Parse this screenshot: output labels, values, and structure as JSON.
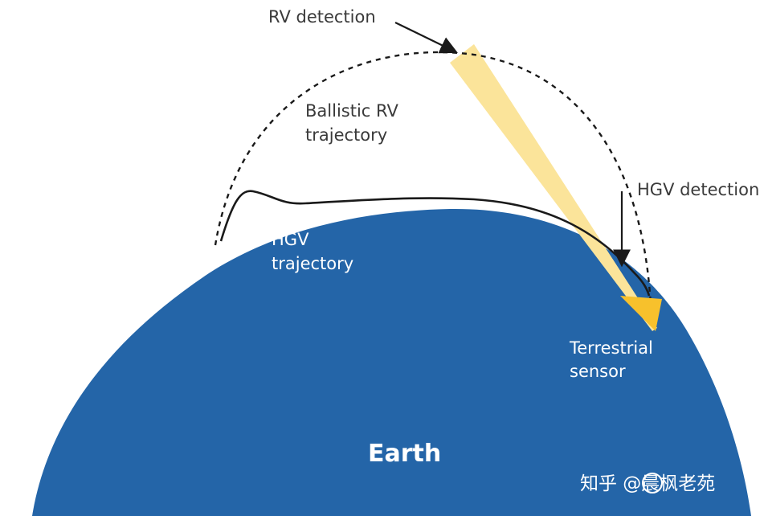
{
  "labels": {
    "rv_detection": "RV detection",
    "ballistic_line1": "Ballistic RV",
    "ballistic_line2": "trajectory",
    "hgv_detection": "HGV detection",
    "hgv_line1": "HGV",
    "hgv_line2": "trajectory",
    "sensor_line1": "Terrestrial",
    "sensor_line2": "sensor",
    "earth": "Earth"
  },
  "watermark": {
    "text": "知乎 @晨枫老苑",
    "icon": "at-icon"
  },
  "colors": {
    "earth": "#2465a8",
    "beam": "#fbe49a",
    "sensor": "#f7c12c",
    "line": "#1a1a1a",
    "text": "#3a3a3a"
  }
}
